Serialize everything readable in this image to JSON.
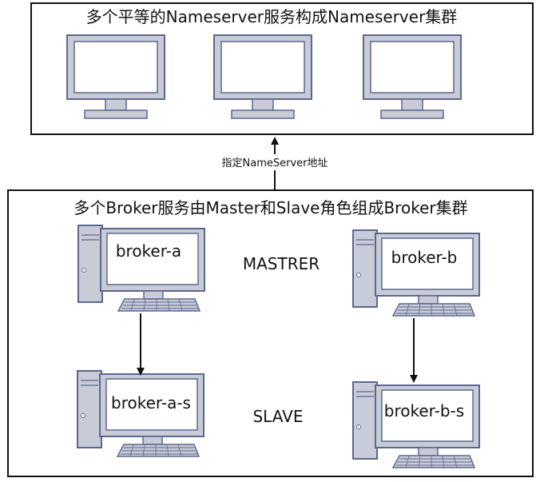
{
  "nameserver_cluster": {
    "title": "多个平等的Nameserver服务构成Nameserver集群",
    "monitor_count": 3
  },
  "link": {
    "label": "指定NameServer地址"
  },
  "broker_cluster": {
    "title": "多个Broker服务由Master和Slave角色组成Broker集群",
    "roles": {
      "master": "MASTRER",
      "slave": "SLAVE"
    },
    "nodes": {
      "a": "broker-a",
      "a_s": "broker-a-s",
      "b": "broker-b",
      "b_s": "broker-b-s"
    }
  },
  "colors": {
    "device_fill": "#c9ccd6",
    "device_stroke": "#5a6890",
    "screen_fill": "#ffffff",
    "line": "#111111"
  }
}
